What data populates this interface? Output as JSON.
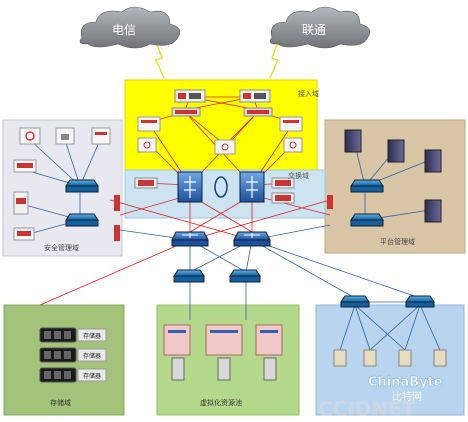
{
  "clouds": {
    "telecom": "电信",
    "unicom": "联通"
  },
  "zones": {
    "access": "接入域",
    "exchange": "交换域",
    "security_mgmt": "安全管理域",
    "platform_mgmt": "平台管理域",
    "storage": "存储域",
    "app": "虚拟化资源池",
    "bottom_right": ""
  },
  "storage_labels": [
    "存储器",
    "存储器",
    "存储器"
  ],
  "watermark": {
    "brand": "ChinaByte",
    "sub": "比特网",
    "cc": "CCIDNET"
  },
  "colors": {
    "cloud": "#8e9196",
    "access_bg": "#ffff00",
    "exchange_bg": "#cce4f2",
    "security_bg": "#e8e8f0",
    "platform_bg": "#d8c6a6",
    "storage_bg": "#a3c27a",
    "app_bg": "#b5d98b",
    "right_bg": "#b8d4ee",
    "red_link": "#e02020",
    "blue_link": "#3060b0",
    "switch": "#1e7fc4"
  }
}
